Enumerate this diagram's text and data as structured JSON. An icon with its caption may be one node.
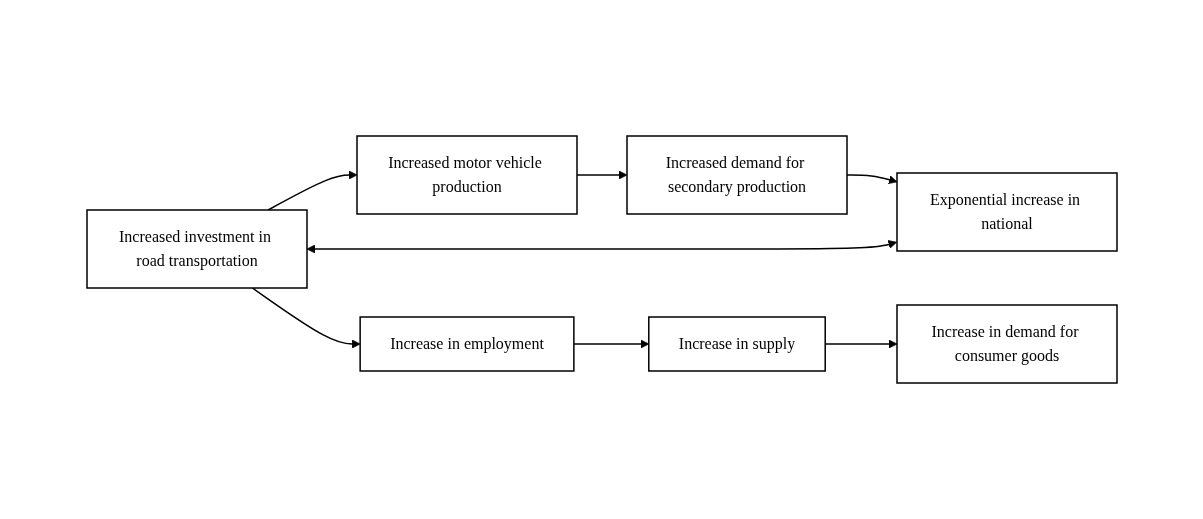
{
  "diagram": {
    "nodes": [
      {
        "text": [
          "Increased investment in road transportation"
        ]
      },
      {
        "text": [
          "Increased motor vehicle production"
        ]
      },
      {
        "text": [
          "Increased demand for secondary production"
        ]
      },
      {
        "text": [
          "Exponential increase in national"
        ]
      },
      {
        "text": [
          "Increase in employment"
        ]
      },
      {
        "text": [
          "Increase in supply"
        ]
      },
      {
        "text": [
          "Increase in demand for consumer goods"
        ]
      }
    ],
    "edges": [
      {
        "from": 0,
        "to": 1,
        "arrow": "to"
      },
      {
        "from": 1,
        "to": 2,
        "arrow": "to"
      },
      {
        "from": 2,
        "to": 3,
        "arrow": "to"
      },
      {
        "from": 3,
        "to": 0,
        "arrow": "both"
      },
      {
        "from": 0,
        "to": 4,
        "arrow": "to"
      },
      {
        "from": 4,
        "to": 5,
        "arrow": "to"
      },
      {
        "from": 5,
        "to": 6,
        "arrow": "to"
      }
    ]
  }
}
